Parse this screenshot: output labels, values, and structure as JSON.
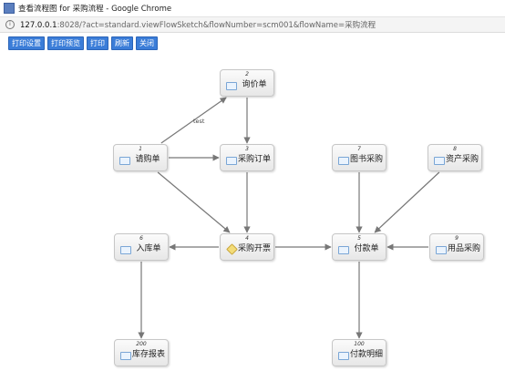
{
  "window": {
    "title": "查看流程图 for 采购流程 - Google Chrome",
    "url_host": "127.0.0.1",
    "url_rest": ":8028/?act=standard.viewFlowSketch&flowNumber=scm001&flowName=采购流程"
  },
  "toolbar": {
    "buttons": [
      "打印设置",
      "打印预览",
      "打印",
      "刷新",
      "关闭"
    ]
  },
  "nodes": [
    {
      "id": "n2",
      "number": "2",
      "label": "询价单",
      "icon": "form-icon"
    },
    {
      "id": "n1",
      "number": "1",
      "label": "请购单",
      "icon": "form-icon"
    },
    {
      "id": "n3",
      "number": "3",
      "label": "采购订单",
      "icon": "form-icon"
    },
    {
      "id": "n7",
      "number": "7",
      "label": "图书采购",
      "icon": "form-icon"
    },
    {
      "id": "n8",
      "number": "8",
      "label": "资产采购",
      "icon": "form-icon"
    },
    {
      "id": "n6",
      "number": "6",
      "label": "入库单",
      "icon": "form-icon"
    },
    {
      "id": "n4",
      "number": "4",
      "label": "采购开票",
      "icon": "gear-icon"
    },
    {
      "id": "n5",
      "number": "5",
      "label": "付款单",
      "icon": "form-icon"
    },
    {
      "id": "n9",
      "number": "9",
      "label": "用品采购",
      "icon": "form-icon"
    },
    {
      "id": "n200",
      "number": "200",
      "label": "库存报表",
      "icon": "form-icon"
    },
    {
      "id": "n100",
      "number": "100",
      "label": "付款明细",
      "icon": "form-icon"
    }
  ],
  "edges": [
    {
      "from": "n1",
      "to": "n2",
      "label": "test"
    },
    {
      "from": "n2",
      "to": "n3",
      "label": ""
    },
    {
      "from": "n1",
      "to": "n3",
      "label": ""
    },
    {
      "from": "n1",
      "to": "n4",
      "label": ""
    },
    {
      "from": "n3",
      "to": "n4",
      "label": ""
    },
    {
      "from": "n4",
      "to": "n6",
      "label": ""
    },
    {
      "from": "n4",
      "to": "n5",
      "label": ""
    },
    {
      "from": "n7",
      "to": "n5",
      "label": ""
    },
    {
      "from": "n8",
      "to": "n5",
      "label": ""
    },
    {
      "from": "n9",
      "to": "n5",
      "label": ""
    },
    {
      "from": "n6",
      "to": "n200",
      "label": ""
    },
    {
      "from": "n5",
      "to": "n100",
      "label": ""
    }
  ],
  "colors": {
    "button": "#3b7dd8",
    "edge": "#777777"
  }
}
